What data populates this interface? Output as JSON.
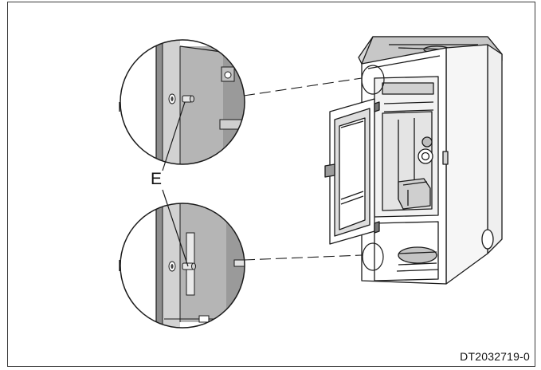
{
  "diagram": {
    "callout_label": "E",
    "document_code": "DT2032719-0"
  },
  "colors": {
    "line": "#1a1a1a",
    "panel_fill": "#b7b7b7",
    "panel_dark": "#8a8a8a",
    "background": "#ffffff"
  },
  "icons": {
    "callout_fastener": "screw-icon",
    "zoom_detail": "magnifier-circle"
  }
}
